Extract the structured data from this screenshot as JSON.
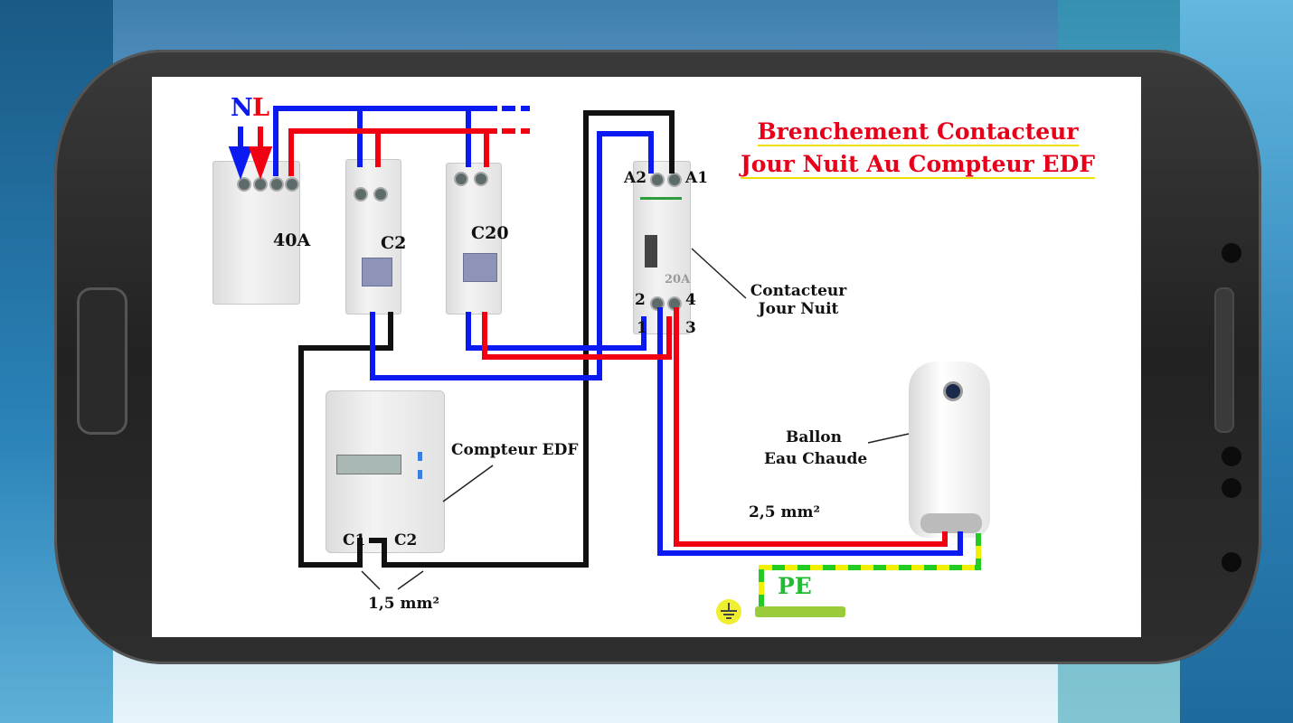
{
  "title": {
    "line1": "Brenchement Contacteur",
    "line2": "Jour Nuit Au Compteur EDF"
  },
  "supply": {
    "neutral": "N",
    "live": "L"
  },
  "devices": {
    "main_breaker": "40A",
    "breaker_c2": "C2",
    "breaker_c20": "C20",
    "contactor_rating": "20A"
  },
  "contactor": {
    "a2": "A2",
    "a1": "A1",
    "t2": "2",
    "t4": "4",
    "t1": "1",
    "t3": "3",
    "label_line1": "Contacteur",
    "label_line2": "Jour Nuit"
  },
  "meter": {
    "label": "Compteur EDF",
    "c1": "C1",
    "c2": "C2",
    "cable": "1,5 mm²"
  },
  "heater": {
    "label_line1": "Ballon",
    "label_line2": "Eau Chaude",
    "cable": "2,5 mm²"
  },
  "earth": {
    "label": "PE"
  },
  "colors": {
    "neutral": "#0a1af0",
    "live": "#f00010",
    "control": "#111111",
    "earth_green": "#22cc22",
    "earth_yellow": "#f0f000",
    "title": "#e8001a"
  }
}
